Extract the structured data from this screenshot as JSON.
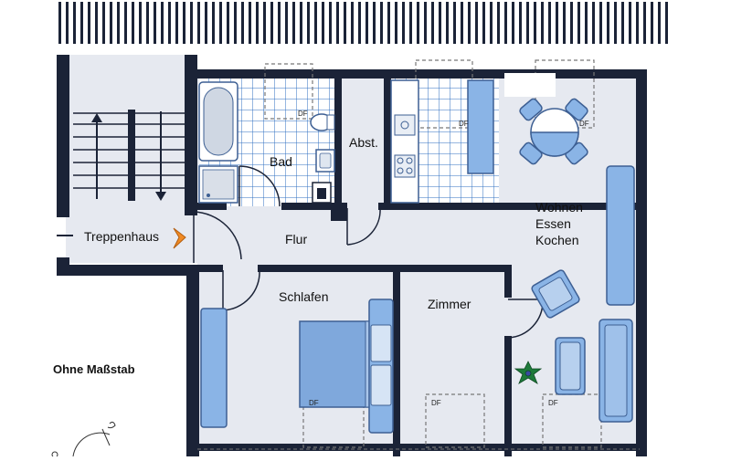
{
  "rooms": {
    "bad": "Bad",
    "abst": "Abst.",
    "treppenhaus": "Treppenhaus",
    "flur": "Flur",
    "wohnen": "Wohnen",
    "essen": "Essen",
    "kochen": "Kochen",
    "schlafen": "Schlafen",
    "zimmer": "Zimmer"
  },
  "skylight_label": "DF",
  "scale_note": "Ohne Maßstab",
  "colors": {
    "wall": "#1b2337",
    "floor": "#e6e9f0",
    "tile": "#2f6fc0",
    "furniture": "#8ab4e6",
    "furniture_stroke": "#3d5f93",
    "door_marker": "#f08a24",
    "plant": "#1e7a3a"
  }
}
